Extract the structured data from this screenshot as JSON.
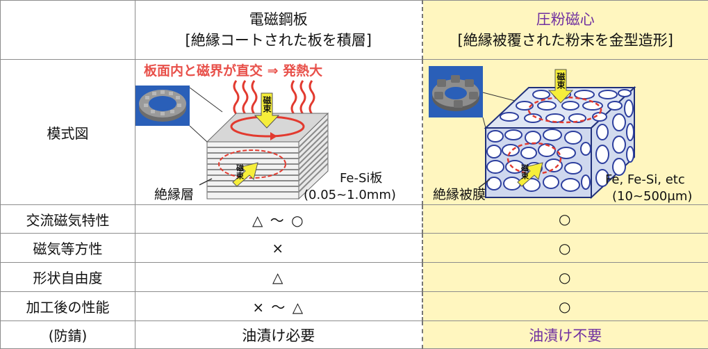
{
  "header": {
    "col1_title": "電磁鋼板",
    "col1_sub": "[絶縁コートされた板を積層]",
    "col2_title": "圧粉磁心",
    "col2_sub": "[絶縁被覆された粉末を金型造形]"
  },
  "diagram_row": {
    "label": "模式図",
    "left": {
      "warning": "板面内と磁界が直交 ⇒ 発熱大",
      "flux_label_top": "磁束",
      "flux_label_side": "磁束",
      "insulation_label": "絶縁層",
      "material_label": "Fe-Si板",
      "thickness_label": "(0.05~1.0mm)"
    },
    "right": {
      "flux_label_top": "磁束",
      "flux_label_side": "磁束",
      "insulation_label": "絶縁被膜",
      "material_label": "Fe, Fe-Si, etc",
      "size_label": "(10~500μm)"
    }
  },
  "rows": [
    {
      "label": "交流磁気特性",
      "left": "△ ～ ○",
      "right": "○"
    },
    {
      "label": "磁気等方性",
      "left": "×",
      "right": "○"
    },
    {
      "label": "形状自由度",
      "left": "△",
      "right": "○"
    },
    {
      "label": "加工後の性能",
      "left": "× ～ △",
      "right": "○"
    },
    {
      "label": "(防錆)",
      "left": "油漬け必要",
      "right": "油漬け不要"
    }
  ],
  "colors": {
    "highlight_bg": "#fff6bf",
    "accent_purple": "#7030a0",
    "warning_red": "#e8504a",
    "flux_arrow": "#f6ee3a",
    "particle_blue": "#2d3f9e"
  }
}
